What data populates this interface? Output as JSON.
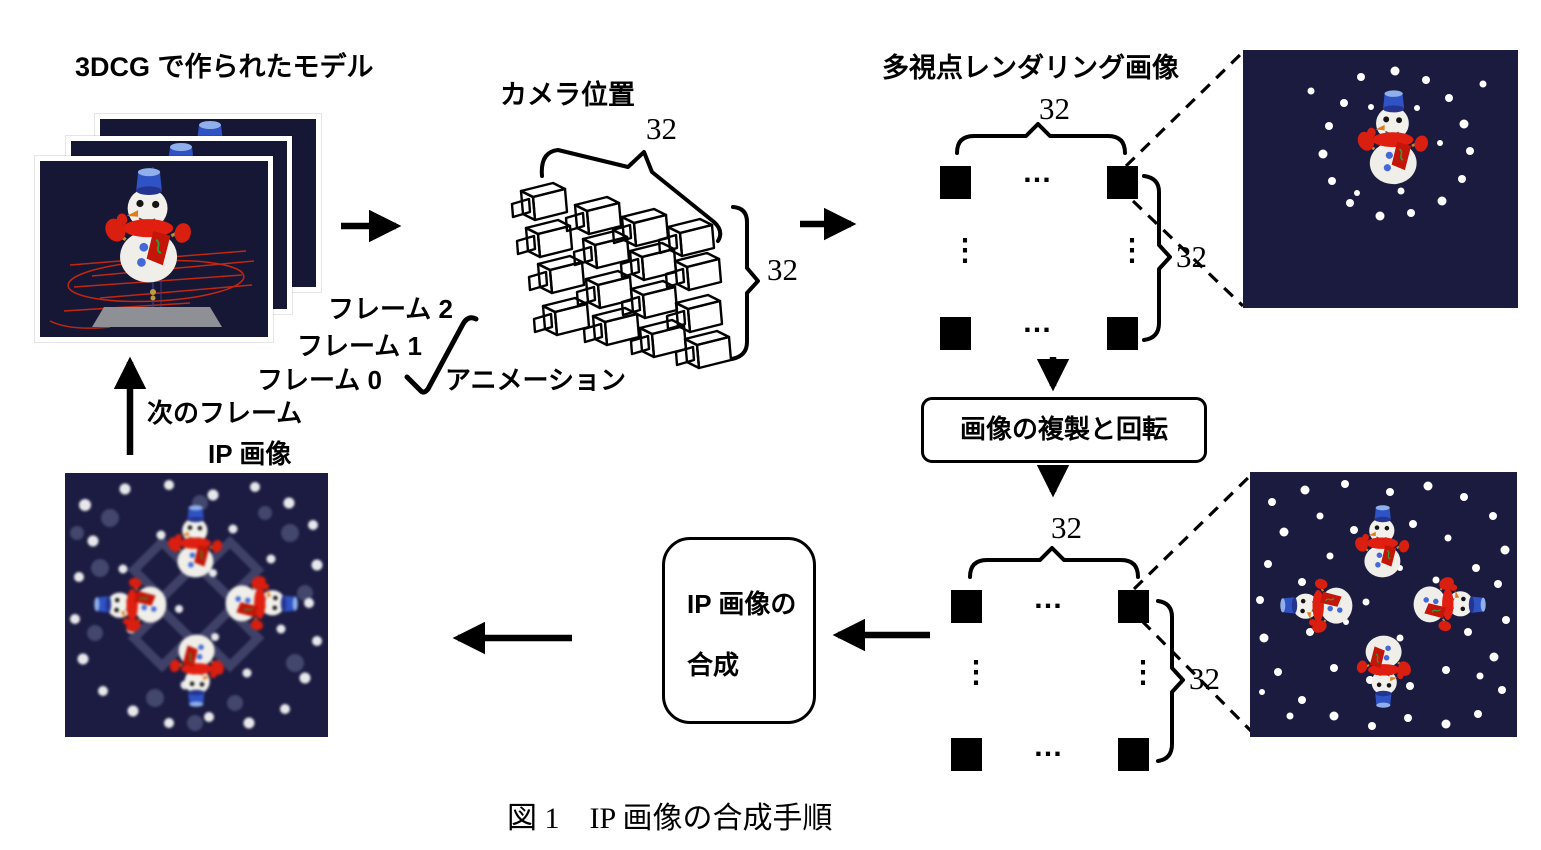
{
  "figure": {
    "caption": "図 1　IP 画像の合成手順",
    "labels": {
      "model_title": "3DCG で作られたモデル",
      "camera_position": "カメラ位置",
      "animation": "アニメーション",
      "multiview_title": "多視点レンダリング画像",
      "frame_2": "フレーム 2",
      "frame_1": "フレーム 1",
      "frame_0": "フレーム 0",
      "next_frame": "次のフレーム",
      "ip_image": "IP 画像",
      "duplicate_rotate": "画像の複製と回転",
      "ip_synthesis_line1": "IP 画像の",
      "ip_synthesis_line2": "合成",
      "count_32": "32",
      "dots_horizontal": "…",
      "dots_vertical": "⋮"
    },
    "colors": {
      "ink": "#000000",
      "render_background": "#1b1b40",
      "snowman_body": "#efeee8",
      "scarf_red": "#d92514",
      "hat_blue": "#2f52c4",
      "wireframe_red": "#cf2a0c"
    }
  }
}
